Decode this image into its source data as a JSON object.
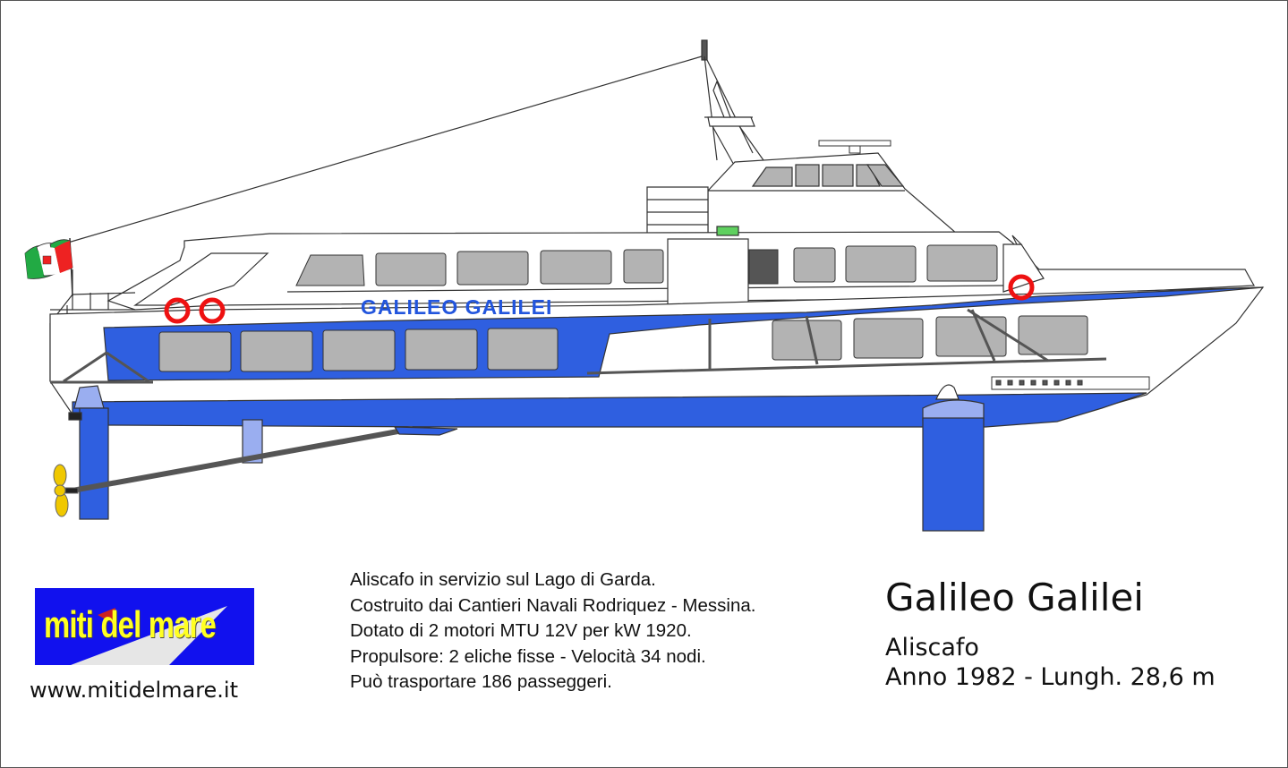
{
  "illustration": {
    "hull_name": "GALILEO GALILEI",
    "colors": {
      "hull_blue": "#2f5fe0",
      "foil_blue": "#2f5fe0",
      "light_blue": "#9aaef0",
      "window_gray": "#b3b3b3",
      "lifebuoy_red": "#ee1111",
      "propeller_yellow": "#f0c800",
      "name_blue": "#2255dd"
    },
    "icons": [
      "italian-flag-icon",
      "lifebuoy-icon",
      "propeller-icon",
      "radar-icon"
    ]
  },
  "logo": {
    "text": "miti del mare",
    "background": "#1111ee",
    "text_color": "#ffff22"
  },
  "website": "www.mitidelmare.it",
  "description": {
    "lines": [
      "Aliscafo in servizio sul Lago di Garda.",
      "Costruito dai Cantieri Navali Rodriquez - Messina.",
      "Dotato di 2 motori MTU 12V per kW 1920.",
      "Propulsore: 2 eliche fisse - Velocità 34 nodi.",
      "Può trasportare 186 passeggeri."
    ]
  },
  "ship": {
    "title": "Galileo Galilei",
    "type": "Aliscafo",
    "specs": "Anno 1982 - Lungh. 28,6 m"
  }
}
